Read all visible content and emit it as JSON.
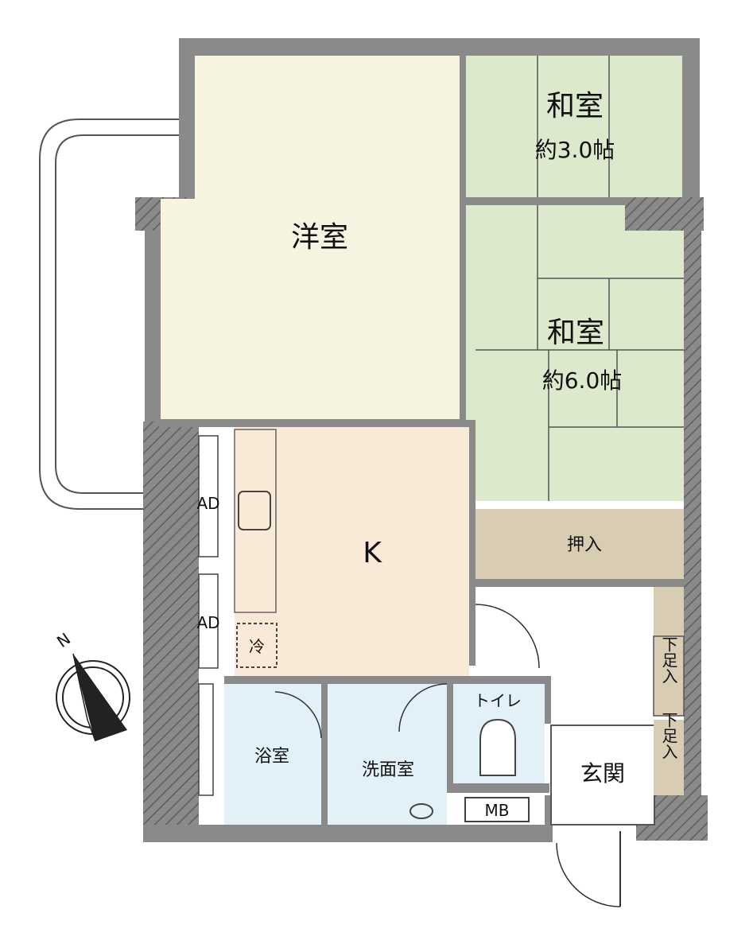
{
  "colors": {
    "western": "#f6f3e0",
    "tatami": "#dde9cc",
    "kitchen": "#f9ead8",
    "wet": "#e2f1f8",
    "storage": "#d8cdb3",
    "wall": "#8a8a8a",
    "wall_dark": "#555555"
  },
  "rooms": {
    "western": {
      "label": "洋室"
    },
    "tatami_small": {
      "label": "和室",
      "size": "約3.0帖"
    },
    "tatami_large": {
      "label": "和室",
      "size": "約6.0帖"
    },
    "kitchen": {
      "label": "K",
      "fridge": "冷"
    },
    "oshiire": {
      "label": "押入"
    },
    "bath": {
      "label": "浴室"
    },
    "washroom": {
      "label": "洗面室"
    },
    "toilet": {
      "label": "トイレ"
    },
    "entrance": {
      "label": "玄関"
    },
    "shoe_box_1": {
      "label": "下足入"
    },
    "shoe_box_2": {
      "label": "下足入"
    },
    "meter_box": {
      "label": "MB"
    },
    "ad_1": {
      "label": "AD"
    },
    "ad_2": {
      "label": "AD"
    }
  },
  "compass": {
    "label": "N",
    "icon": "north-arrow-icon"
  }
}
